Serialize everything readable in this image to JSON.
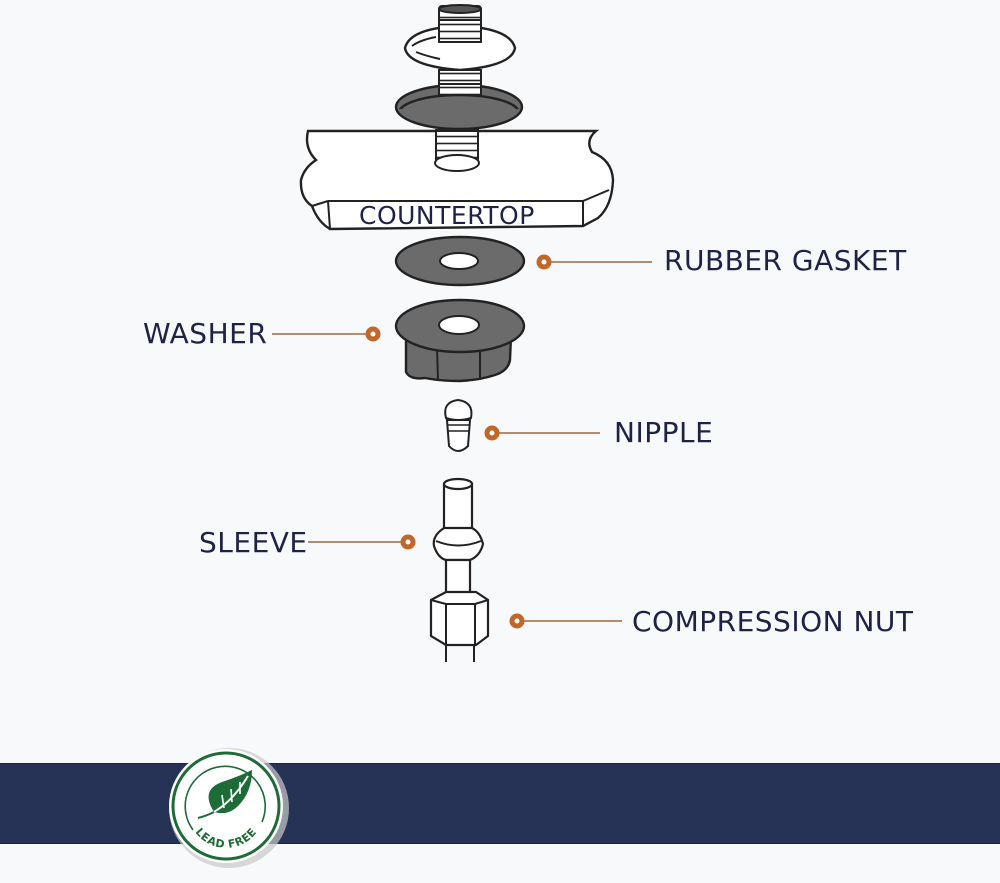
{
  "title": "Faucet supply line assembly diagram",
  "colors": {
    "label_text": "#1f2147",
    "callout": "#c0672a",
    "callout_line": "#a0683f",
    "part_fill_dark": "#6b6b6b",
    "band": "#263357",
    "badge_green": "#1d6b37"
  },
  "parts": {
    "countertop": "COUNTERTOP",
    "rubber_gasket": "RUBBER GASKET",
    "washer": "WASHER",
    "nipple": "NIPPLE",
    "sleeve": "SLEEVE",
    "compression_nut": "COMPRESSION NUT"
  },
  "badge": {
    "text": "LEAD FREE",
    "icon": "leaf-icon"
  }
}
